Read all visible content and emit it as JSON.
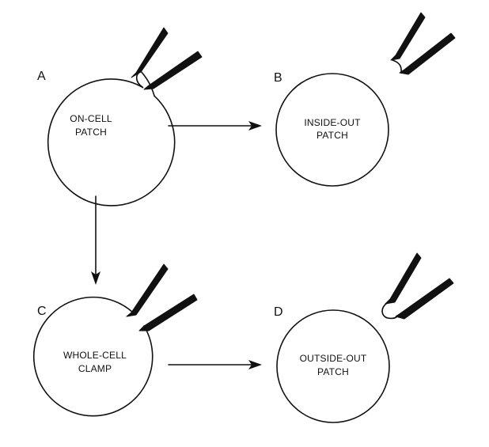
{
  "panels": [
    {
      "id": "A",
      "letter": "A",
      "lines": [
        "ON-CELL",
        "PATCH"
      ]
    },
    {
      "id": "B",
      "letter": "B",
      "lines": [
        "INSIDE-OUT",
        "PATCH"
      ]
    },
    {
      "id": "C",
      "letter": "C",
      "lines": [
        "WHOLE-CELL",
        "CLAMP"
      ]
    },
    {
      "id": "D",
      "letter": "D",
      "lines": [
        "OUTSIDE-OUT",
        "PATCH"
      ]
    }
  ],
  "transitions": [
    {
      "from": "A",
      "to": "B"
    },
    {
      "from": "A",
      "to": "C"
    },
    {
      "from": "C",
      "to": "D"
    }
  ]
}
